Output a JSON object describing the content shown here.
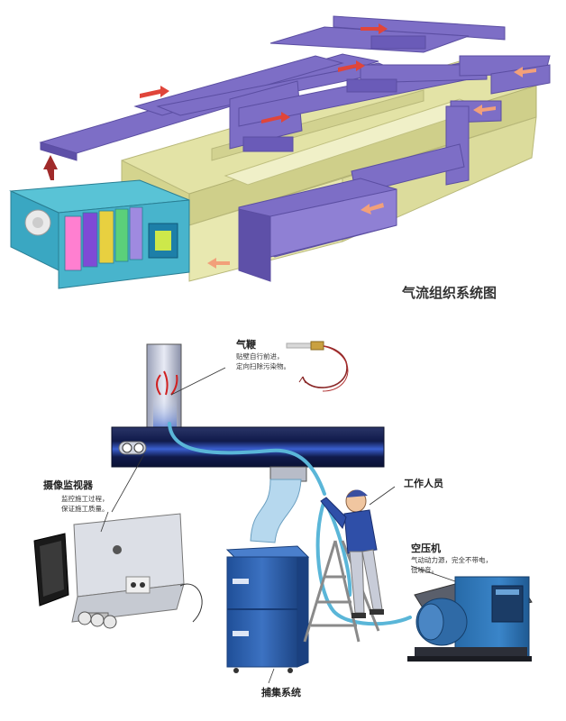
{
  "top_diagram": {
    "caption": "气流组织系统图"
  },
  "bottom_diagram": {
    "air_whip": {
      "label": "气鞭",
      "desc_lines": [
        "贴壁自行前进，",
        "定向扫除污染物。"
      ]
    },
    "camera": {
      "label": "摄像监视器",
      "desc_lines": [
        "监控施工过程，",
        "保证施工质量。"
      ]
    },
    "worker": {
      "label": "工作人员"
    },
    "compressor": {
      "label": "空压机",
      "desc_lines": [
        "气动动力源，完全不带电，",
        "低噪音。"
      ]
    },
    "collector": {
      "label": "捕集系统"
    }
  },
  "colors": {
    "duct_purple": "#7d6ec6",
    "wall_yellow": "#e3e3a6",
    "arrow_red": "#e0453a",
    "duct_dark": "#101a4a",
    "hose_blue": "#5ab6d8",
    "collector_blue": "#2d5fa8",
    "compressor_blue": "#2f77ba"
  }
}
